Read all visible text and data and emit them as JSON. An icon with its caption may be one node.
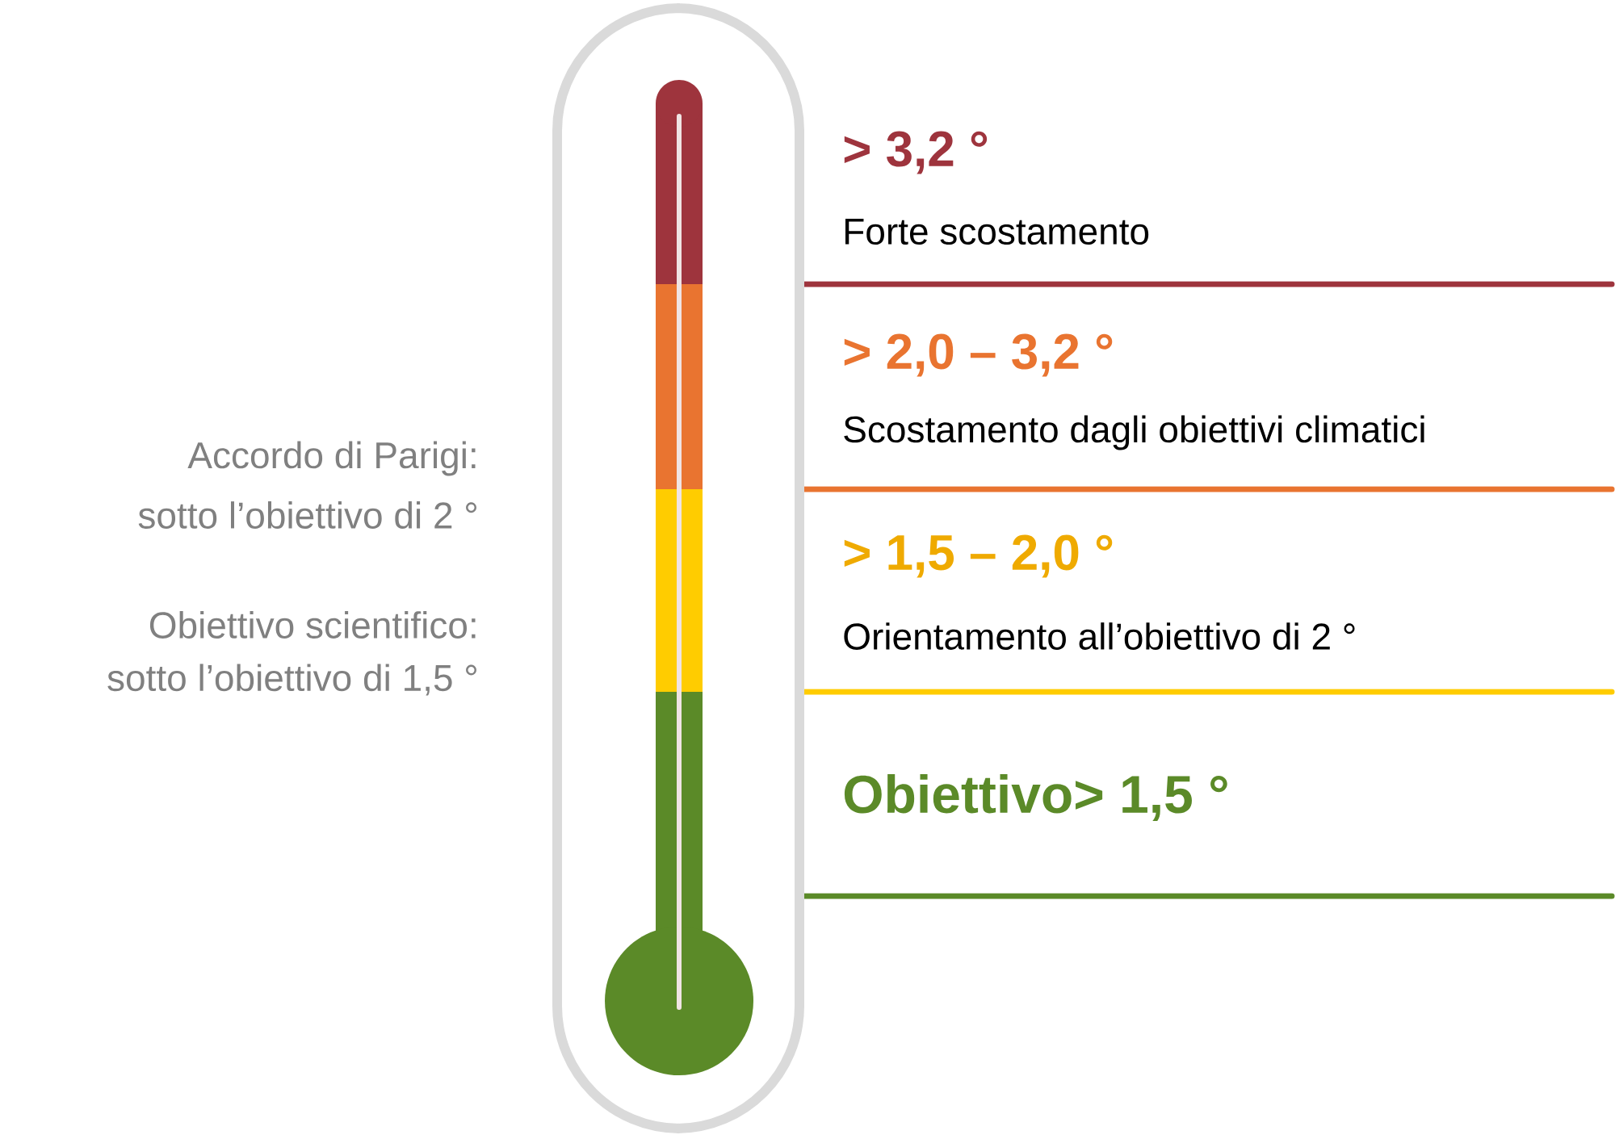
{
  "diagram": {
    "labels": [
      "> 3,2 °",
      "Forte scostamento",
      "> 2,0 – 3,2 °",
      "Scostamento dagli obiettivi climatici",
      "Accordo di Parigi:",
      "sotto l’obiettivo di 2 °",
      "> 1,5 – 2,0 °",
      "Orientamento all’obiettivo di 2 °",
      "Obiettivo scientifico:",
      "sotto l’obiettivo di 1,5 °",
      "Obiettivo> 1,5 °"
    ]
  }
}
